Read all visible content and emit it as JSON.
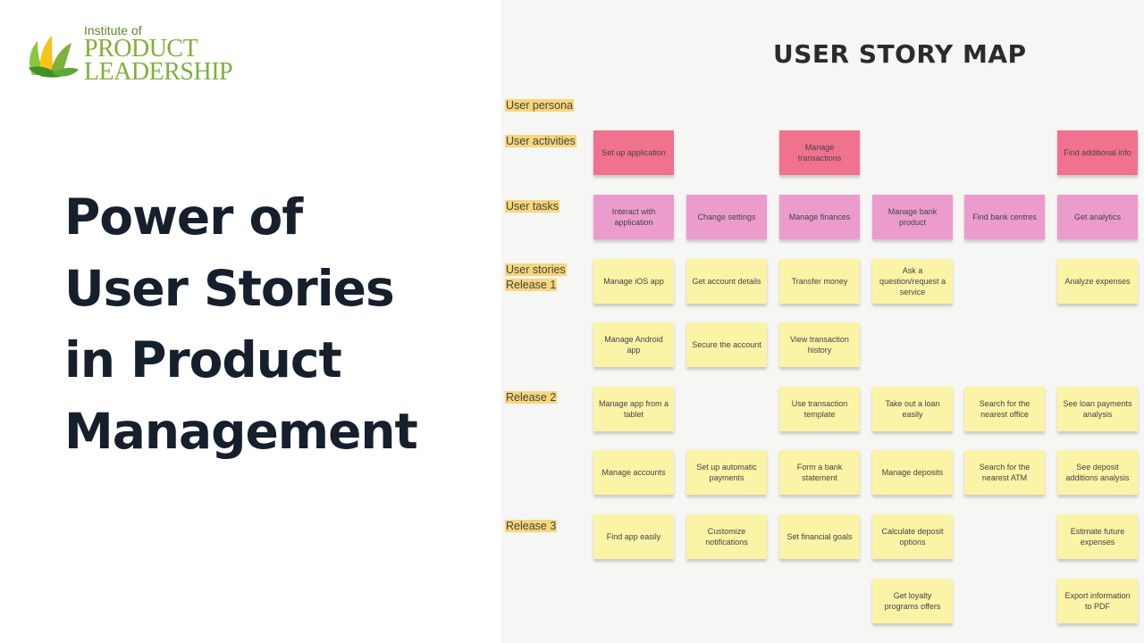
{
  "logo": {
    "line1": "Institute of",
    "line2": "PRODUCT",
    "line3": "LEADERSHIP"
  },
  "headline": [
    "Power of",
    "User Stories",
    "in Product",
    "Management"
  ],
  "map": {
    "title": "USER STORY MAP",
    "row_labels": {
      "persona": "User persona",
      "activities": "User activities",
      "tasks": "User tasks",
      "stories": "User stories",
      "release1": "Release 1",
      "release2": "Release 2",
      "release3": "Release 3"
    },
    "activities": [
      "Set up application",
      "Manage transactions",
      "Find additional info"
    ],
    "tasks": [
      "Interact with application",
      "Change settings",
      "Manage finances",
      "Manage bank product",
      "Find bank centres",
      "Get analytics"
    ],
    "release1": {
      "row1": [
        "Manage iOS app",
        "Get account details",
        "Transfer money",
        "Ask a question/request a service",
        "Analyze expenses"
      ],
      "row2": [
        "Manage Android app",
        "Secure the account",
        "View transaction history"
      ]
    },
    "release2": {
      "row1": [
        "Manage app from a tablet",
        "Use transaction template",
        "Take out a loan easily",
        "Search for the nearest office",
        "See loan payments analysis"
      ],
      "row2": [
        "Manage accounts",
        "Set up automatic payments",
        "Form a bank statement",
        "Manage deposits",
        "Search for the nearest ATM",
        "See deposit additions analysis"
      ]
    },
    "release3": {
      "row1": [
        "Find app easily",
        "Customize notifications",
        "Set financial goals",
        "Calculate deposit options",
        "Estimate future expenses"
      ],
      "row2": [
        "Get loyalty programs offers",
        "Export information to PDF"
      ]
    }
  },
  "colors": {
    "activity": "#f0728e",
    "task": "#ec9bcd",
    "story": "#fbf3a5",
    "label_highlight": "#f7d67a",
    "headline": "#16202c",
    "logo_green": "#7fb03a"
  }
}
